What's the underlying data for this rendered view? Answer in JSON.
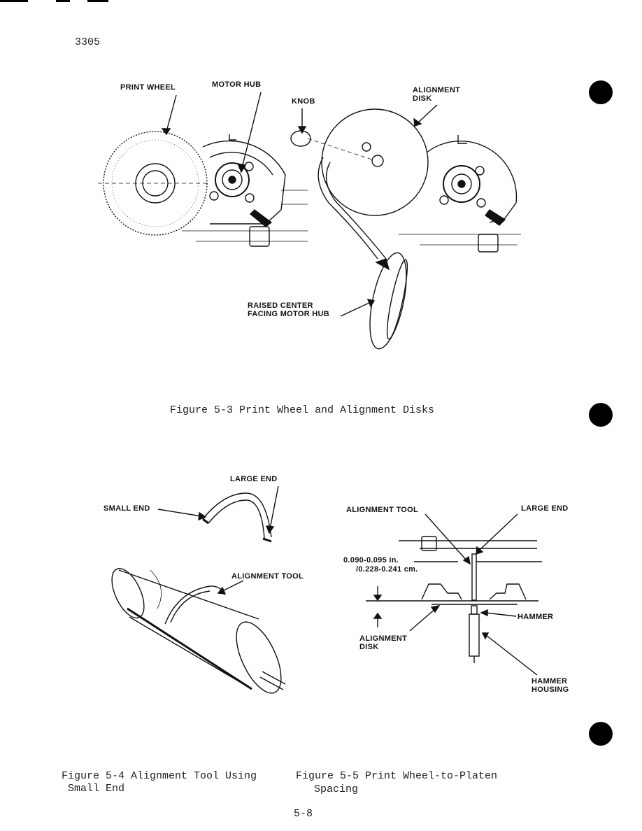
{
  "page": {
    "doc_number": "3305",
    "page_number": "5-8"
  },
  "figure_5_3": {
    "caption": "Figure 5-3  Print Wheel and Alignment Disks",
    "labels": {
      "print_wheel": "PRINT WHEEL",
      "motor_hub": "MOTOR HUB",
      "knob": "KNOB",
      "alignment_disk_line1": "ALIGNMENT",
      "alignment_disk_line2": "DISK",
      "raised_center_line1": "RAISED CENTER",
      "raised_center_line2": "FACING MOTOR HUB"
    }
  },
  "figure_5_4": {
    "caption_line1": "Figure 5-4  Alignment Tool Using",
    "caption_line2": "Small End",
    "labels": {
      "large_end": "LARGE END",
      "small_end": "SMALL END",
      "alignment_tool": "ALIGNMENT TOOL"
    }
  },
  "figure_5_5": {
    "caption_line1": "Figure 5-5  Print Wheel-to-Platen",
    "caption_line2": "Spacing",
    "labels": {
      "alignment_tool": "ALIGNMENT TOOL",
      "large_end": "LARGE END",
      "spacing_in": "0.090-0.095 in.",
      "spacing_cm": "/0.228-0.241 cm.",
      "hammer": "HAMMER",
      "alignment_disk_line1": "ALIGNMENT",
      "alignment_disk_line2": "DISK",
      "hammer_housing_line1": "HAMMER",
      "hammer_housing_line2": "HOUSING"
    }
  }
}
